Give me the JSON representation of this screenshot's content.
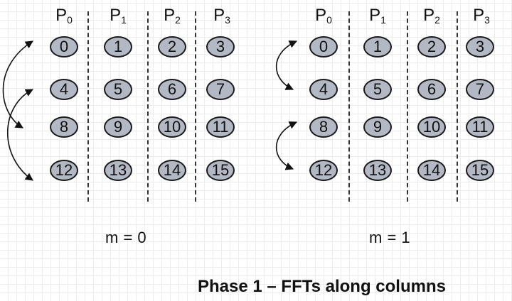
{
  "panels": [
    {
      "processors": [
        {
          "letter": "P",
          "index": "0"
        },
        {
          "letter": "P",
          "index": "1"
        },
        {
          "letter": "P",
          "index": "2"
        },
        {
          "letter": "P",
          "index": "3"
        }
      ],
      "rows": [
        [
          "0",
          "1",
          "2",
          "3"
        ],
        [
          "4",
          "5",
          "6",
          "7"
        ],
        [
          "8",
          "9",
          "10",
          "11"
        ],
        [
          "12",
          "13",
          "14",
          "15"
        ]
      ],
      "label": "m = 0"
    },
    {
      "processors": [
        {
          "letter": "P",
          "index": "0"
        },
        {
          "letter": "P",
          "index": "1"
        },
        {
          "letter": "P",
          "index": "2"
        },
        {
          "letter": "P",
          "index": "3"
        }
      ],
      "rows": [
        [
          "0",
          "1",
          "2",
          "3"
        ],
        [
          "4",
          "5",
          "6",
          "7"
        ],
        [
          "8",
          "9",
          "10",
          "11"
        ],
        [
          "12",
          "13",
          "14",
          "15"
        ]
      ],
      "label": "m = 1"
    }
  ],
  "caption": "Phase 1 – FFTs along columns",
  "colors": {
    "node_fill": "#b3b8c5",
    "node_border": "#1a1a1a",
    "ink": "#111111"
  }
}
